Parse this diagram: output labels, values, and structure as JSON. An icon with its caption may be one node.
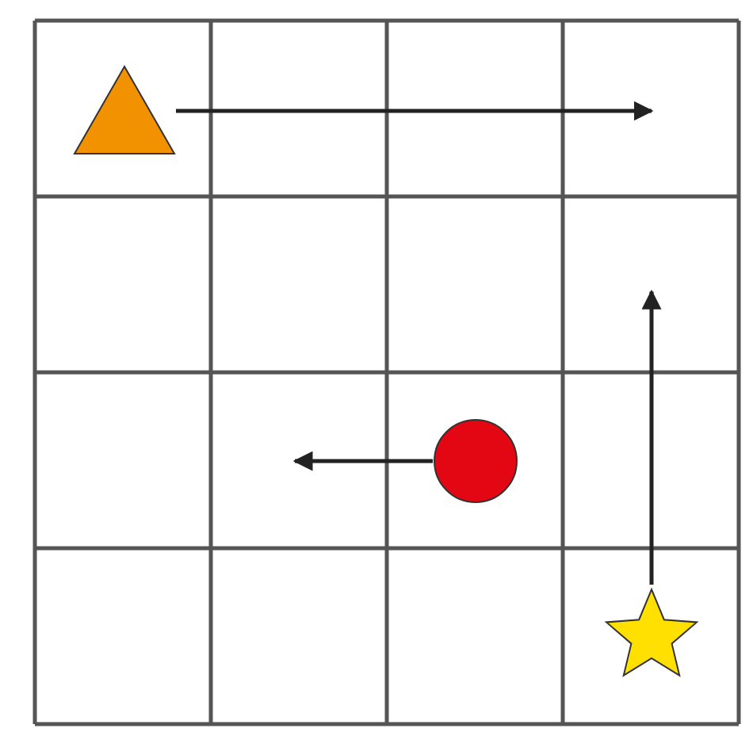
{
  "diagram": {
    "nodes": [
      {
        "text": [],
        "shape": "triangle"
      },
      {
        "text": [],
        "shape": "circle"
      },
      {
        "text": [],
        "shape": "star"
      }
    ],
    "edges": [
      {
        "from": 0,
        "to": null,
        "arrow": "to"
      },
      {
        "from": 1,
        "to": null,
        "arrow": "to"
      },
      {
        "from": 2,
        "to": null,
        "arrow": "to"
      }
    ]
  }
}
